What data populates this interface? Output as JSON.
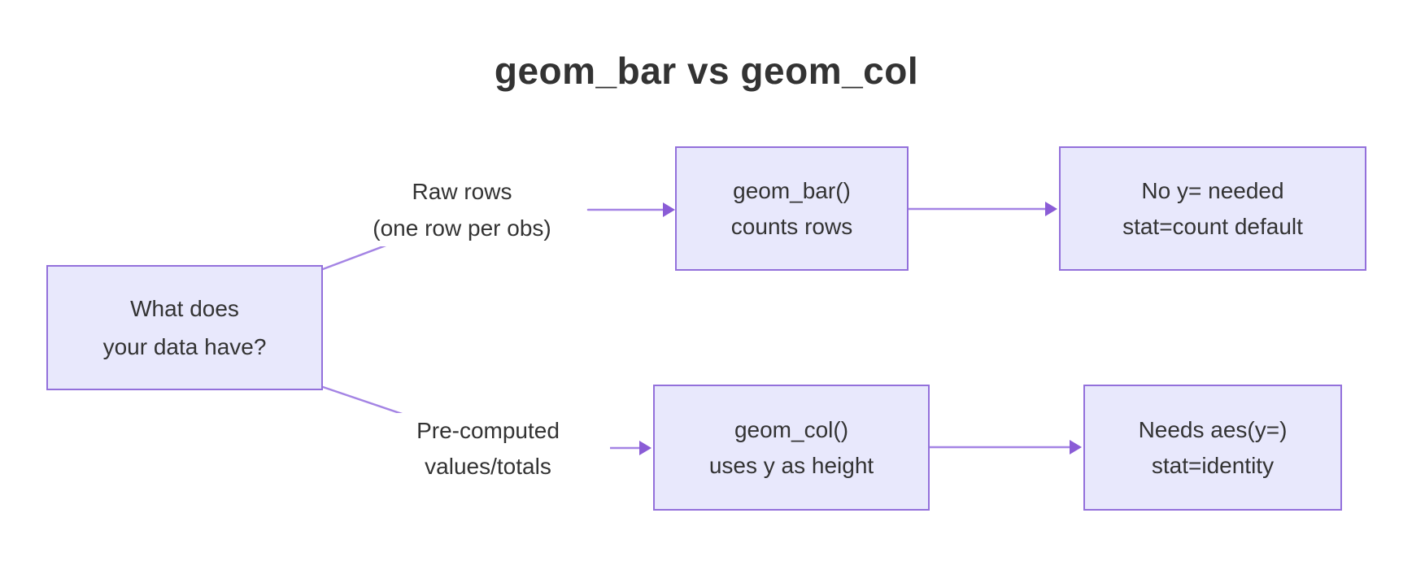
{
  "title": "geom_bar vs geom_col",
  "colors": {
    "node_fill": "#E8E8FC",
    "node_border": "#9370DB",
    "edge_color": "#A484E4",
    "arrowhead_color": "#8A5CD6",
    "text_color": "#333333",
    "bg_color": "#FFFFFF"
  },
  "nodes": {
    "decision": {
      "line1": "What does",
      "line2": "your data have?"
    },
    "geom_bar": {
      "line1": "geom_bar()",
      "line2": "counts rows"
    },
    "bar_result": {
      "line1": "No y= needed",
      "line2": "stat=count default"
    },
    "geom_col": {
      "line1": "geom_col()",
      "line2": "uses y as height"
    },
    "col_result": {
      "line1": "Needs aes(y=)",
      "line2": "stat=identity"
    }
  },
  "edge_labels": {
    "raw": {
      "line1": "Raw rows",
      "line2": "(one row per obs)"
    },
    "precomputed": {
      "line1": "Pre-computed",
      "line2": "values/totals"
    }
  },
  "edges": [
    {
      "from": "decision",
      "to": "geom_bar",
      "label": "Raw rows (one row per obs)"
    },
    {
      "from": "geom_bar",
      "to": "bar_result",
      "label": ""
    },
    {
      "from": "decision",
      "to": "geom_col",
      "label": "Pre-computed values/totals"
    },
    {
      "from": "geom_col",
      "to": "col_result",
      "label": ""
    }
  ]
}
